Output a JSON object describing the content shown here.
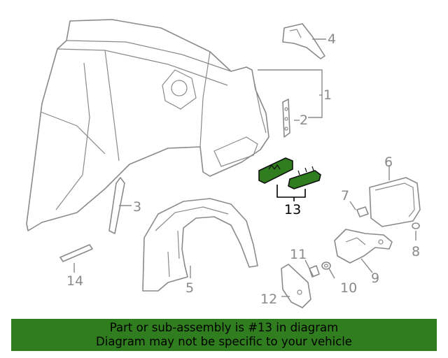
{
  "diagram": {
    "callouts": {
      "p1": "1",
      "p2": "2",
      "p3": "3",
      "p4": "4",
      "p5": "5",
      "p6": "6",
      "p7": "7",
      "p8": "8",
      "p9": "9",
      "p10": "10",
      "p11": "11",
      "p12": "12",
      "p13": "13",
      "p14": "14"
    },
    "highlight_part": "13",
    "highlight_color": "#2f7d1e",
    "line_color": "#8a8a8a"
  },
  "footer": {
    "line1": "Part or sub-assembly is #13 in diagram",
    "line2": "Diagram may not be specific to your vehicle",
    "background": "#2f7d1e"
  }
}
